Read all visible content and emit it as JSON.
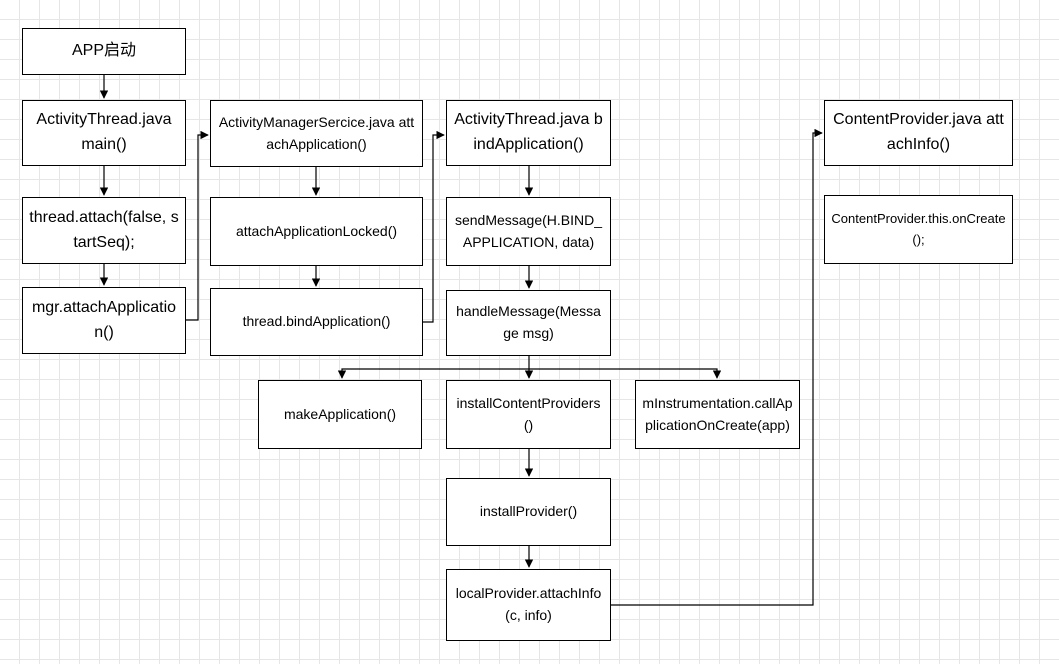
{
  "nodes": {
    "app_start": "APP启动",
    "activity_thread_main": "ActivityThread.java main()",
    "thread_attach": "thread.attach(false, startSeq);",
    "mgr_attach_application": "mgr.attachApplication()",
    "ams_attach_application": "ActivityManagerSercice.java attachApplication()",
    "attach_application_locked": "attachApplicationLocked()",
    "thread_bind_application": "thread.bindApplication()",
    "activity_thread_bind_application": "ActivityThread.java bindApplication()",
    "send_message": "sendMessage(H.BIND_APPLICATION, data)",
    "handle_message": "handleMessage(Message msg)",
    "make_application": "makeApplication()",
    "install_content_providers": "installContentProviders()",
    "call_application_on_create": "mInstrumentation.callApplicationOnCreate(app)",
    "install_provider": "installProvider()",
    "local_provider_attach_info": "localProvider.attachInfo(c, info)",
    "content_provider_attach_info": "ContentProvider.java attachInfo()",
    "content_provider_on_create": "ContentProvider.this.onCreate();"
  }
}
